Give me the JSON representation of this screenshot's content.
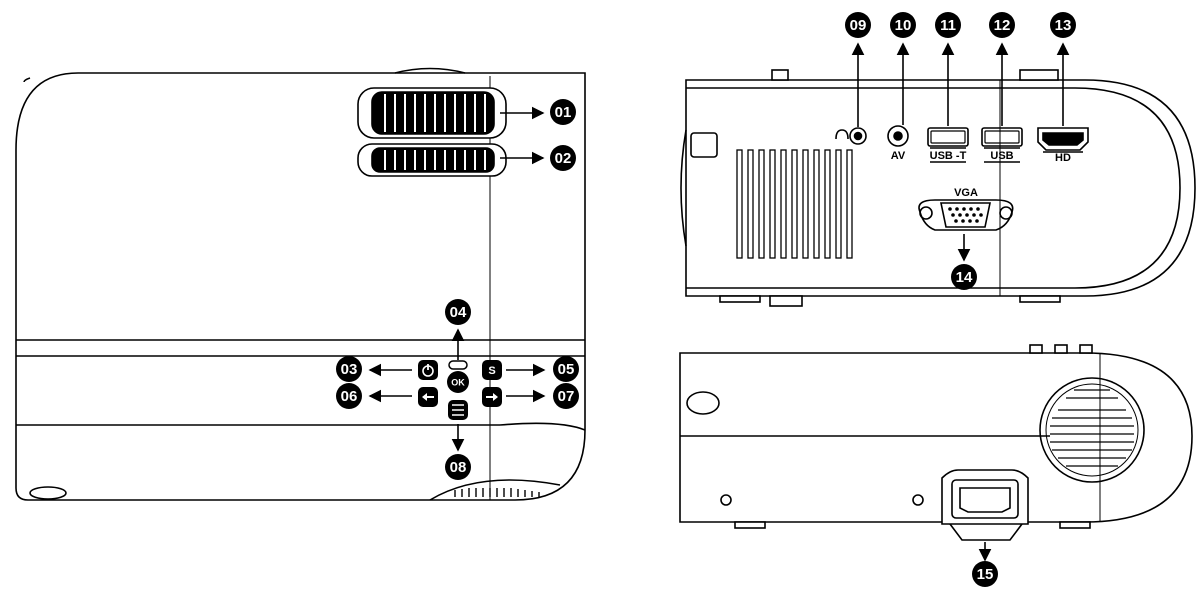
{
  "callouts": {
    "c01": "01",
    "c02": "02",
    "c03": "03",
    "c04": "04",
    "c05": "05",
    "c06": "06",
    "c07": "07",
    "c08": "08",
    "c09": "09",
    "c10": "10",
    "c11": "11",
    "c12": "12",
    "c13": "13",
    "c14": "14",
    "c15": "15"
  },
  "ports": {
    "av": "AV",
    "usb_t": "USB -T",
    "usb": "USB",
    "hd": "HD",
    "vga": "VGA"
  },
  "buttons": {
    "ok": "OK",
    "source": "S",
    "power_icon": "power-icon",
    "left_icon": "arrow-left-icon",
    "right_icon": "arrow-right-icon",
    "menu_icon": "menu-icon"
  }
}
